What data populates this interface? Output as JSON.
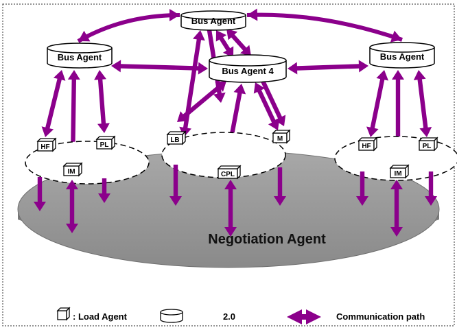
{
  "diagram": {
    "bus_agents": {
      "top": "Bus Agent",
      "left": "Bus Agent",
      "center": "Bus Agent 4",
      "right": "Bus Agent"
    },
    "negotiation_agent": "Negotiation Agent",
    "load_agents": {
      "left_hf": "HF",
      "left_pl": "PL",
      "left_im": "IM",
      "center_lb": "LB",
      "center_m": "M",
      "center_cpl": "CPL",
      "right_hf": "HF",
      "right_pl": "PL",
      "right_im": "IM"
    },
    "legend": {
      "load_agent": ": Load Agent",
      "bus_agent_value": "2.0",
      "communication_path": "Communication path"
    }
  },
  "colors": {
    "arrow": "#8b008b",
    "platform": "#9a9a9a",
    "platform_edge": "#6e6e6e",
    "stroke": "#000000",
    "border": "#555555"
  }
}
